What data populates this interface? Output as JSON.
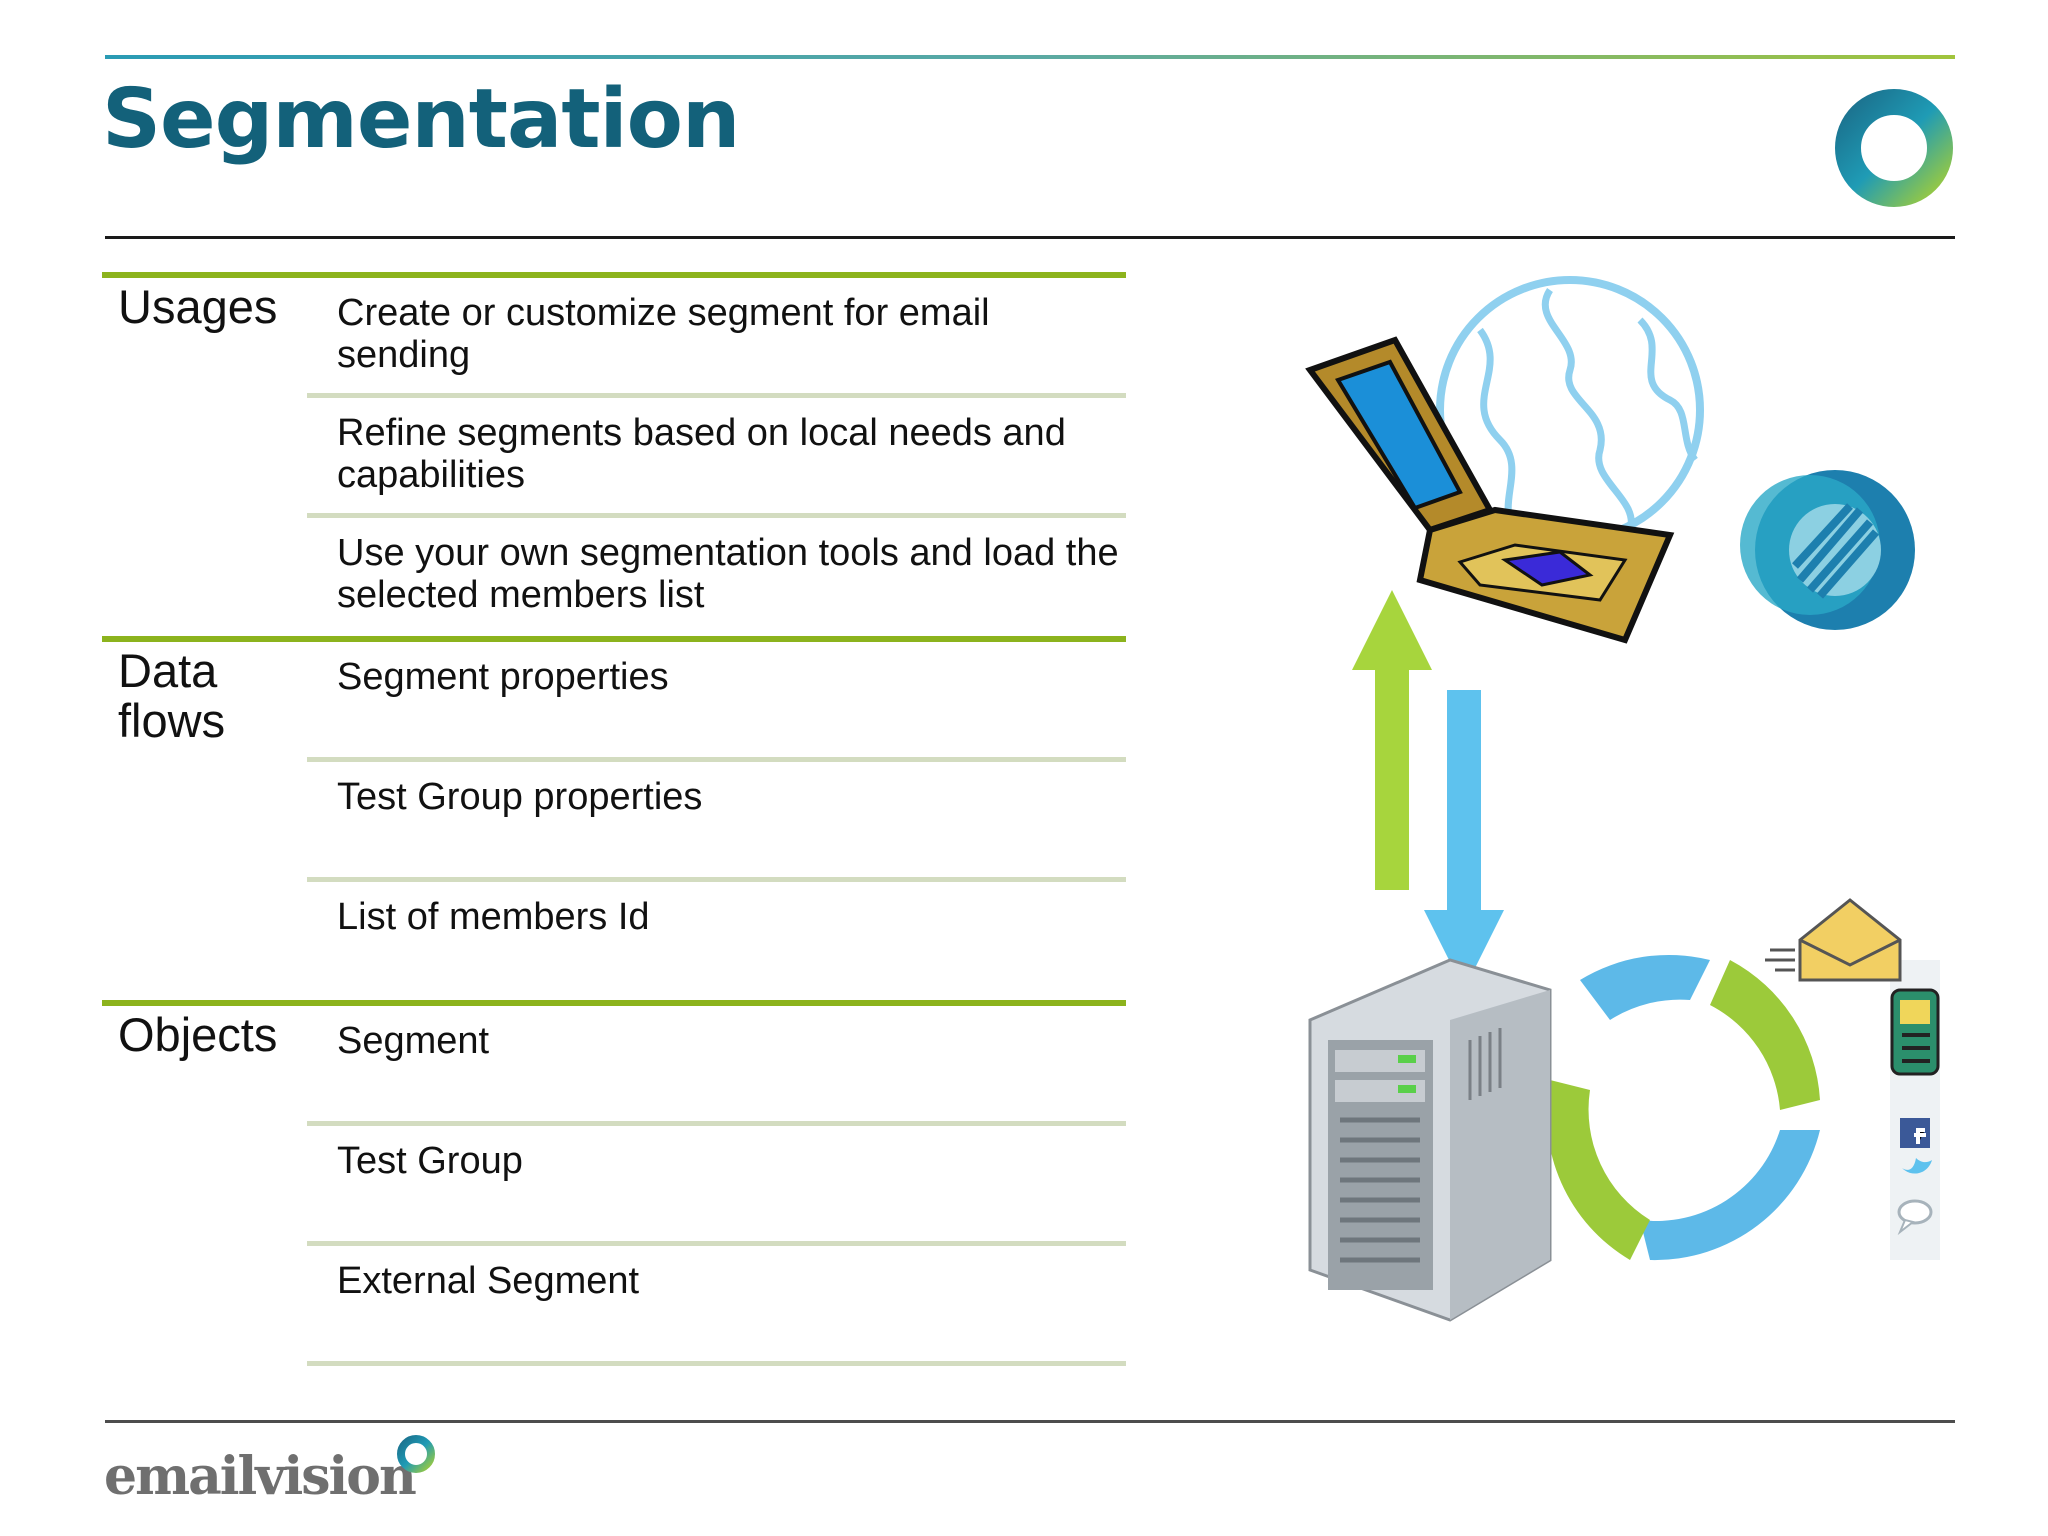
{
  "slide": {
    "title": "Segmentation"
  },
  "sections": [
    {
      "label": "Usages",
      "rows": [
        "Create or customize segment for email sending",
        "Refine segments based on local needs and capabilities",
        "Use your own segmentation tools and load the selected members list"
      ]
    },
    {
      "label": "Data flows",
      "rows": [
        "Segment properties",
        "Test Group properties",
        "List of members Id"
      ]
    },
    {
      "label": "Objects",
      "rows": [
        "Segment",
        "Test Group",
        "External Segment"
      ]
    }
  ],
  "footer": {
    "brand": "emailvision"
  },
  "colors": {
    "title": "#13617a",
    "section_rule": "#8cb31d",
    "row_rule": "#d3dcc0",
    "arrow_up": "#a7d53d",
    "arrow_down": "#5ec2ee",
    "cycle_blue": "#5db9e8",
    "cycle_green": "#9cca3a"
  },
  "icons": {
    "brand_logo": "ring-logo-icon",
    "laptop": "laptop-icon",
    "globe": "globe-icon",
    "badge": "striped-circle-icon",
    "server": "server-icon",
    "cycle": "sync-cycle-icon",
    "envelope": "envelope-icon",
    "phone": "mobile-phone-icon",
    "facebook": "facebook-icon",
    "twitter": "twitter-icon",
    "chat": "chat-bubble-icon"
  }
}
